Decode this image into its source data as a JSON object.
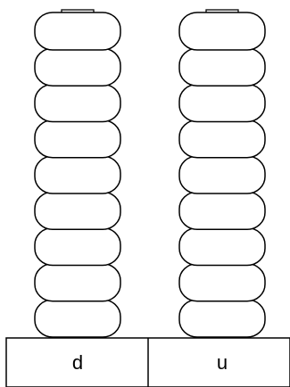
{
  "abacus": {
    "columns": [
      {
        "label": "d",
        "bead_count": 9
      },
      {
        "label": "u",
        "bead_count": 9
      }
    ]
  }
}
